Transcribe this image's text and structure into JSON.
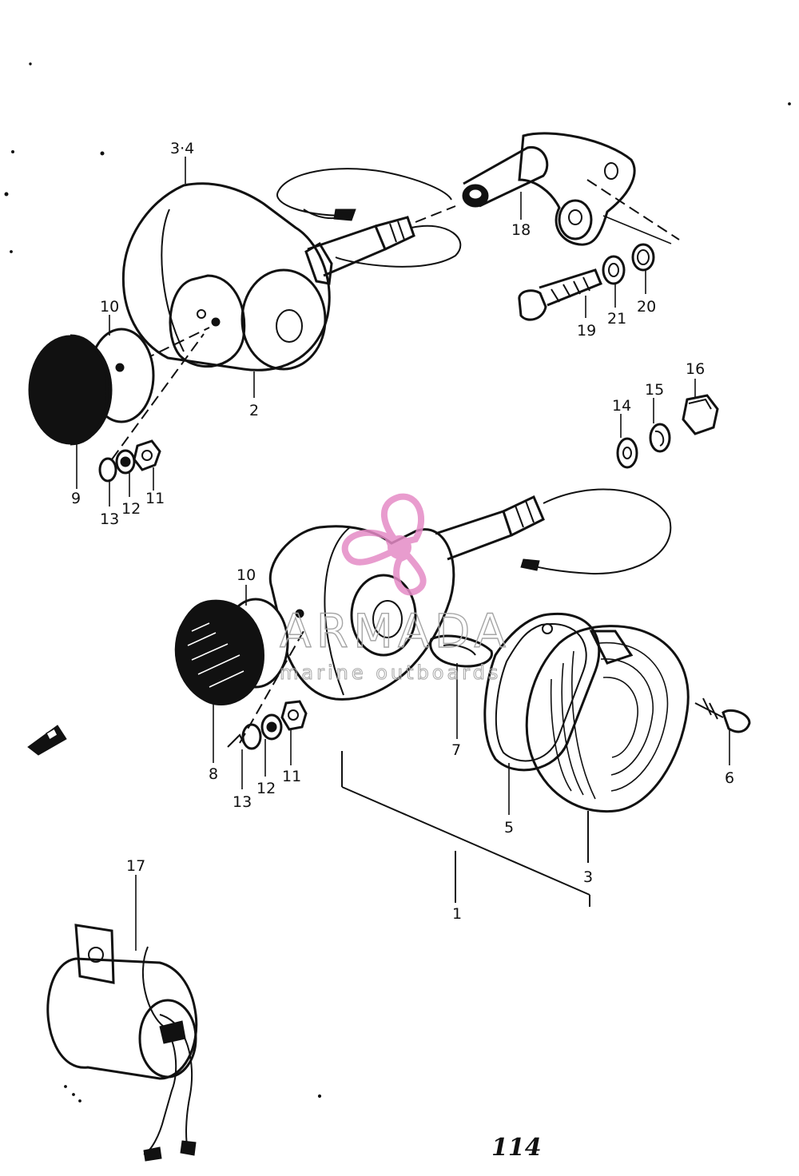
{
  "diagram": {
    "callouts": {
      "c_3_4": "3·4",
      "c_10_top": "10",
      "c_2": "2",
      "c_9": "9",
      "c_13_top": "13",
      "c_12_top": "12",
      "c_11_top": "11",
      "c_18": "18",
      "c_19": "19",
      "c_21": "21",
      "c_20": "20",
      "c_14": "14",
      "c_15": "15",
      "c_16": "16",
      "c_10_mid": "10",
      "c_8": "8",
      "c_13_mid": "13",
      "c_12_mid": "12",
      "c_11_mid": "11",
      "c_7": "7",
      "c_5": "5",
      "c_6": "6",
      "c_3": "3",
      "c_1": "1",
      "c_17": "17"
    },
    "page_number": "114"
  },
  "watermark": {
    "brand": "ARMADA",
    "tagline": "marine outboards",
    "colors": {
      "propeller": "#e58bc6",
      "text_outline": "#a6a6a6"
    }
  },
  "colors": {
    "ink": "#111111",
    "background": "#ffffff"
  }
}
